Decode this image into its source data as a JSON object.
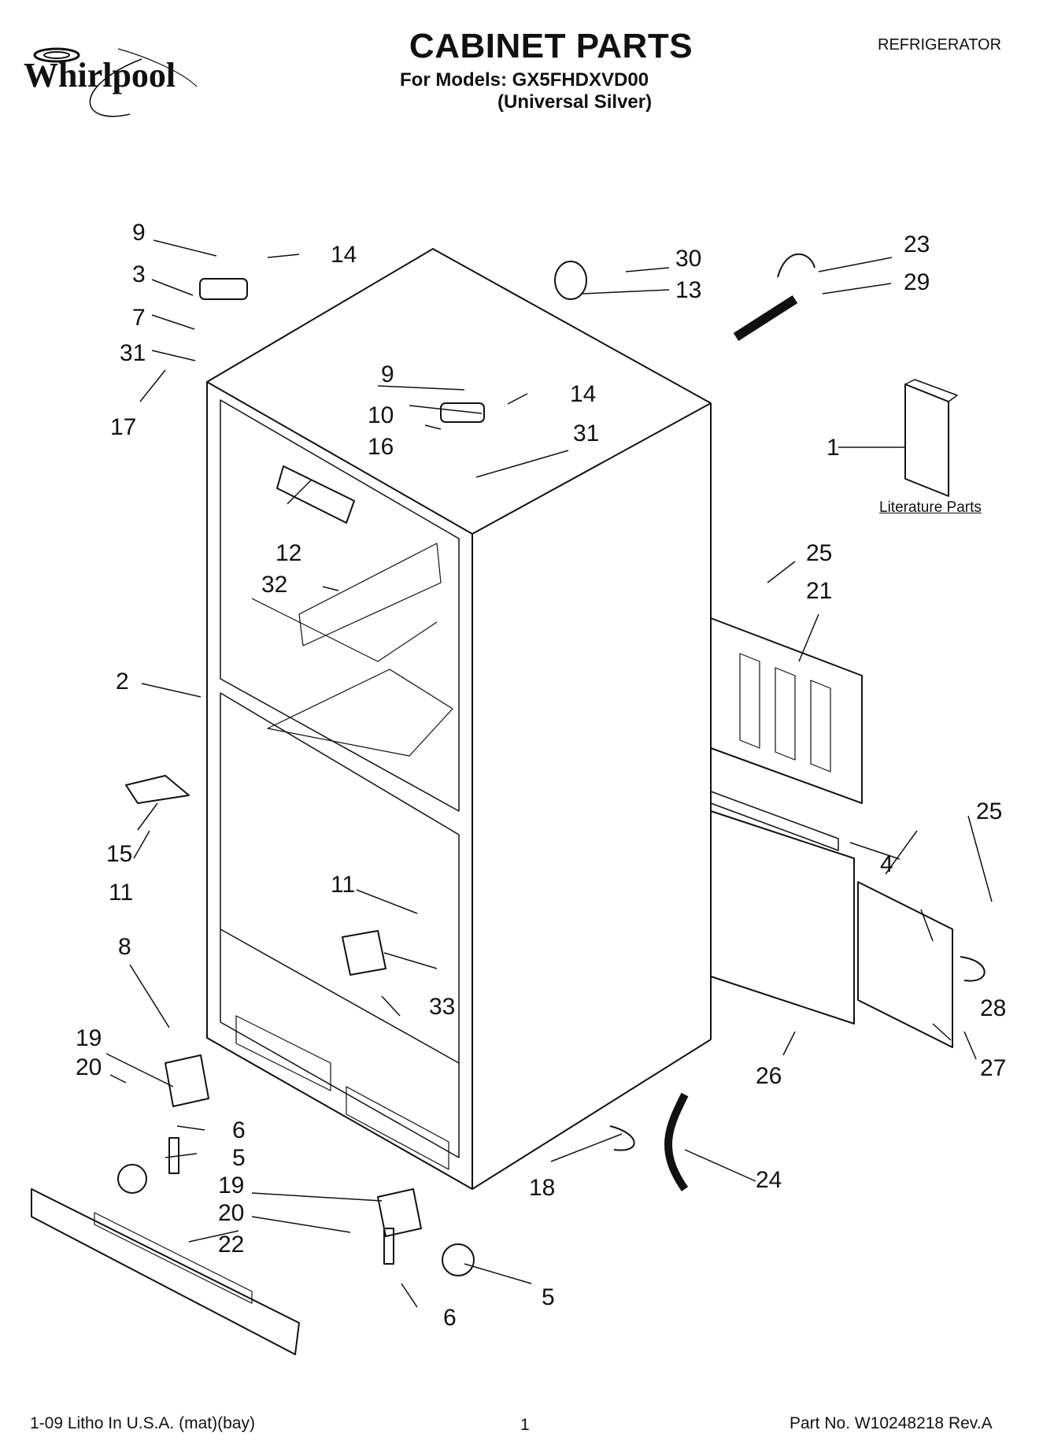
{
  "brand": "Whirlpool",
  "title": "CABINET PARTS",
  "models_line": "For Models: GX5FHDXVD00",
  "variant_line": "(Universal Silver)",
  "category": "REFRIGERATOR",
  "literature_label": "Literature Parts",
  "footer": {
    "left": "1-09 Litho In U.S.A. (mat)(bay)",
    "page": "1",
    "right": "Part No. W10248218 Rev.A"
  },
  "callouts": [
    {
      "id": "c9a",
      "text": "9"
    },
    {
      "id": "c14a",
      "text": "14"
    },
    {
      "id": "c3",
      "text": "3"
    },
    {
      "id": "c7",
      "text": "7"
    },
    {
      "id": "c31a",
      "text": "31"
    },
    {
      "id": "c17",
      "text": "17"
    },
    {
      "id": "c9b",
      "text": "9"
    },
    {
      "id": "c14b",
      "text": "14"
    },
    {
      "id": "c10",
      "text": "10"
    },
    {
      "id": "c16",
      "text": "16"
    },
    {
      "id": "c31b",
      "text": "31"
    },
    {
      "id": "c30",
      "text": "30"
    },
    {
      "id": "c13",
      "text": "13"
    },
    {
      "id": "c23",
      "text": "23"
    },
    {
      "id": "c29",
      "text": "29"
    },
    {
      "id": "c1",
      "text": "1"
    },
    {
      "id": "c12",
      "text": "12"
    },
    {
      "id": "c32",
      "text": "32"
    },
    {
      "id": "c25a",
      "text": "25"
    },
    {
      "id": "c21",
      "text": "21"
    },
    {
      "id": "c2",
      "text": "2"
    },
    {
      "id": "c15",
      "text": "15"
    },
    {
      "id": "c11a",
      "text": "11"
    },
    {
      "id": "c11b",
      "text": "11"
    },
    {
      "id": "c25b",
      "text": "25"
    },
    {
      "id": "c4",
      "text": "4"
    },
    {
      "id": "c8",
      "text": "8"
    },
    {
      "id": "c33",
      "text": "33"
    },
    {
      "id": "c28",
      "text": "28"
    },
    {
      "id": "c19a",
      "text": "19"
    },
    {
      "id": "c20a",
      "text": "20"
    },
    {
      "id": "c26",
      "text": "26"
    },
    {
      "id": "c27",
      "text": "27"
    },
    {
      "id": "c6a",
      "text": "6"
    },
    {
      "id": "c5a",
      "text": "5"
    },
    {
      "id": "c19b",
      "text": "19"
    },
    {
      "id": "c20b",
      "text": "20"
    },
    {
      "id": "c22",
      "text": "22"
    },
    {
      "id": "c18",
      "text": "18"
    },
    {
      "id": "c24",
      "text": "24"
    },
    {
      "id": "c5b",
      "text": "5"
    },
    {
      "id": "c6b",
      "text": "6"
    }
  ]
}
